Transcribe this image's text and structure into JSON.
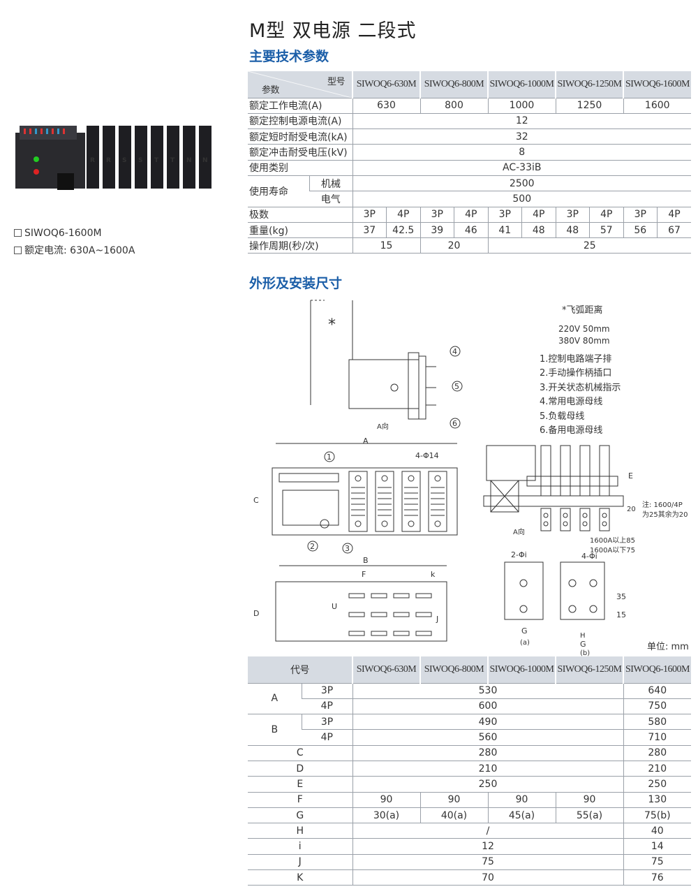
{
  "title": "M型 双电源 二段式",
  "section_specs": "主要技术参数",
  "section_dims": "外形及安装尺寸",
  "product": {
    "model": "SIWOQ6-1600M",
    "current": "额定电流: 630A~1600A",
    "terminal_labels": [
      "R",
      "R",
      "S",
      "S",
      "T",
      "T",
      "N",
      "N"
    ]
  },
  "specs_table": {
    "corner_model": "型号",
    "corner_param": "参数",
    "models": [
      "SIWOQ6-630M",
      "SIWOQ6-800M",
      "SIWOQ6-1000M",
      "SIWOQ6-1250M",
      "SIWOQ6-1600M"
    ],
    "rated_current": {
      "label": "额定工作电流(A)",
      "values": [
        "630",
        "800",
        "1000",
        "1250",
        "1600"
      ]
    },
    "control_current": {
      "label": "额定控制电源电流(A)",
      "value": "12"
    },
    "short_time": {
      "label": "额定短时耐受电流(kA)",
      "value": "32"
    },
    "impulse": {
      "label": "额定冲击耐受电压(kV)",
      "value": "8"
    },
    "category": {
      "label": "使用类别",
      "value": "AC-33iB"
    },
    "life": {
      "label": "使用寿命",
      "mech_label": "机械",
      "mech": "2500",
      "elec_label": "电气",
      "elec": "500"
    },
    "poles": {
      "label": "极数",
      "values": [
        "3P",
        "4P",
        "3P",
        "4P",
        "3P",
        "4P",
        "3P",
        "4P",
        "3P",
        "4P"
      ]
    },
    "weight": {
      "label": "重量(kg)",
      "values": [
        "37",
        "42.5",
        "39",
        "46",
        "41",
        "48",
        "48",
        "57",
        "56",
        "67"
      ]
    },
    "cycle": {
      "label": "操作周期(秒/次)",
      "values": [
        "15",
        "20",
        "25"
      ]
    }
  },
  "drawing": {
    "arc_title": "*飞弧距离",
    "arc_220": "220V  50mm",
    "arc_380": "380V  80mm",
    "legend": [
      "1.控制电路端子排",
      "2.手动操作柄插口",
      "3.开关状态机械指示",
      "4.常用电源母线",
      "5.负载母线",
      "6.备用电源母线"
    ],
    "star": "*",
    "a_dir": "A向",
    "dim_A": "A",
    "dim_B": "B",
    "dim_C": "C",
    "dim_D": "D",
    "dim_E": "E",
    "dim_F": "F",
    "dim_G": "G",
    "dim_H": "H",
    "dim_J": "J",
    "dim_k": "k",
    "dim_U": "U",
    "holes4": "4-Φ14",
    "holes_a": "2-Φi",
    "holes_b": "4-Φi",
    "n1": "1",
    "n2": "2",
    "n3": "3",
    "n4": "4",
    "n5": "5",
    "n6": "6",
    "d20": "20",
    "note1": "注: 1600/4P",
    "note2": "为25其余为20",
    "above": "1600A以上85",
    "below": "1600A以下75",
    "d35": "35",
    "d15": "15",
    "cap_a": "(a)",
    "cap_b": "(b)",
    "unit": "单位: mm"
  },
  "dims_table": {
    "code": "代号",
    "models": [
      "SIWOQ6-630M",
      "SIWOQ6-800M",
      "SIWOQ6-1000M",
      "SIWOQ6-1250M",
      "SIWOQ6-1600M"
    ],
    "A": {
      "label": "A",
      "p3": "3P",
      "p4": "4P",
      "v3": "530",
      "v3b": "640",
      "v4": "600",
      "v4b": "750"
    },
    "B": {
      "label": "B",
      "p3": "3P",
      "p4": "4P",
      "v3": "490",
      "v3b": "580",
      "v4": "560",
      "v4b": "710"
    },
    "C": [
      "C",
      "280",
      "280"
    ],
    "D": [
      "D",
      "210",
      "210"
    ],
    "E": [
      "E",
      "250",
      "250"
    ],
    "F": [
      "F",
      "90",
      "90",
      "90",
      "90",
      "130"
    ],
    "G": [
      "G",
      "30(a)",
      "40(a)",
      "45(a)",
      "55(a)",
      "75(b)"
    ],
    "H": [
      "H",
      "/",
      "40"
    ],
    "i": [
      "i",
      "12",
      "14"
    ],
    "J": [
      "J",
      "75",
      "75"
    ],
    "K": [
      "K",
      "70",
      "76"
    ]
  }
}
